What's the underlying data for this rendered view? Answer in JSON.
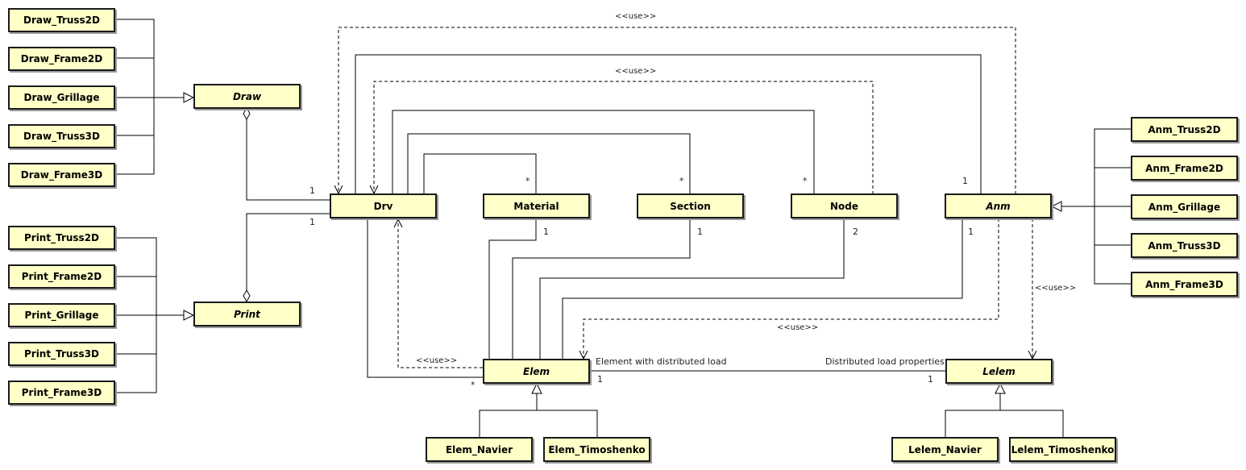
{
  "colors": {
    "box_fill": "#ffffc8",
    "box_border": "#1a1a1a",
    "line": "#000000"
  },
  "classes": {
    "draw_truss2d": "Draw_Truss2D",
    "draw_frame2d": "Draw_Frame2D",
    "draw_grillage": "Draw_Grillage",
    "draw_truss3d": "Draw_Truss3D",
    "draw_frame3d": "Draw_Frame3D",
    "draw": "Draw",
    "print_truss2d": "Print_Truss2D",
    "print_frame2d": "Print_Frame2D",
    "print_grillage": "Print_Grillage",
    "print_truss3d": "Print_Truss3D",
    "print_frame3d": "Print_Frame3D",
    "print": "Print",
    "drv": "Drv",
    "material": "Material",
    "section": "Section",
    "node": "Node",
    "anm": "Anm",
    "anm_truss2d": "Anm_Truss2D",
    "anm_frame2d": "Anm_Frame2D",
    "anm_grillage": "Anm_Grillage",
    "anm_truss3d": "Anm_Truss3D",
    "anm_frame3d": "Anm_Frame3D",
    "elem": "Elem",
    "lelem": "Lelem",
    "elem_navier": "Elem_Navier",
    "elem_timoshenko": "Elem_Timoshenko",
    "lelem_navier": "Lelem_Navier",
    "lelem_timoshenko": "Lelem_Timoshenko"
  },
  "labels": {
    "use_top": "<<use>>",
    "use_mid": "<<use>>",
    "use_anm_lelem": "<<use>>",
    "use_anm_elem": "<<use>>",
    "use_elem_drv": "<<use>>",
    "drv_draw_mult": "1",
    "drv_print_mult": "1",
    "material_mult_star": "*",
    "section_mult_star": "*",
    "node_mult_star": "*",
    "anm_mult_one": "1",
    "material_mult_one": "1",
    "section_mult_one": "1",
    "node_mult_two": "2",
    "anm_elem_mult_one": "1",
    "elem_drv_mult_star": "*",
    "elem_lelem_left_one": "1",
    "elem_lelem_right_one": "1",
    "elem_role": "Element with distributed load",
    "lelem_role": "Distributed load properties"
  }
}
